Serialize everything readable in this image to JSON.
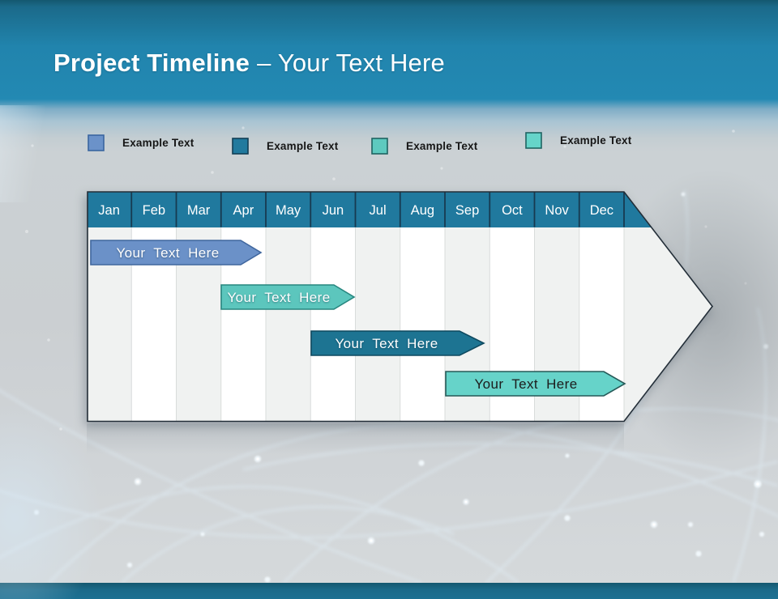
{
  "title": {
    "bold": "Project Timeline",
    "rest": "– Your Text Here"
  },
  "legend": {
    "items": [
      {
        "label": "Example Text",
        "fill": "#6b92c9",
        "border": "#3a66a0"
      },
      {
        "label": "Example Text",
        "fill": "#217a9e",
        "border": "#123f55"
      },
      {
        "label": "Example Text",
        "fill": "#5ecabf",
        "border": "#1f6462"
      },
      {
        "label": "Example Text",
        "fill": "#66d4c9",
        "border": "#1f6462"
      }
    ]
  },
  "timeline": {
    "months": [
      "Jan",
      "Feb",
      "Mar",
      "Apr",
      "May",
      "Jun",
      "Jul",
      "Aug",
      "Sep",
      "Oct",
      "Nov",
      "Dec"
    ],
    "header_fill": "#20799e",
    "header_divider": "#173a50",
    "outline": "#232e38",
    "bars": [
      {
        "label": "Your Text Here",
        "fill": "#6b91c8",
        "stroke": "#40679e",
        "text_color": "#ffffff"
      },
      {
        "label": "Your Text Here",
        "fill": "#5cc6bd",
        "stroke": "#27867f",
        "text_color": "#ffffff"
      },
      {
        "label": "Your Text Here",
        "fill": "#1d7492",
        "stroke": "#0f4a60",
        "text_color": "#ffffff"
      },
      {
        "label": "Your Text Here",
        "fill": "#66d3c9",
        "stroke": "#265a58",
        "text_color": "#1c1c1c"
      }
    ]
  }
}
